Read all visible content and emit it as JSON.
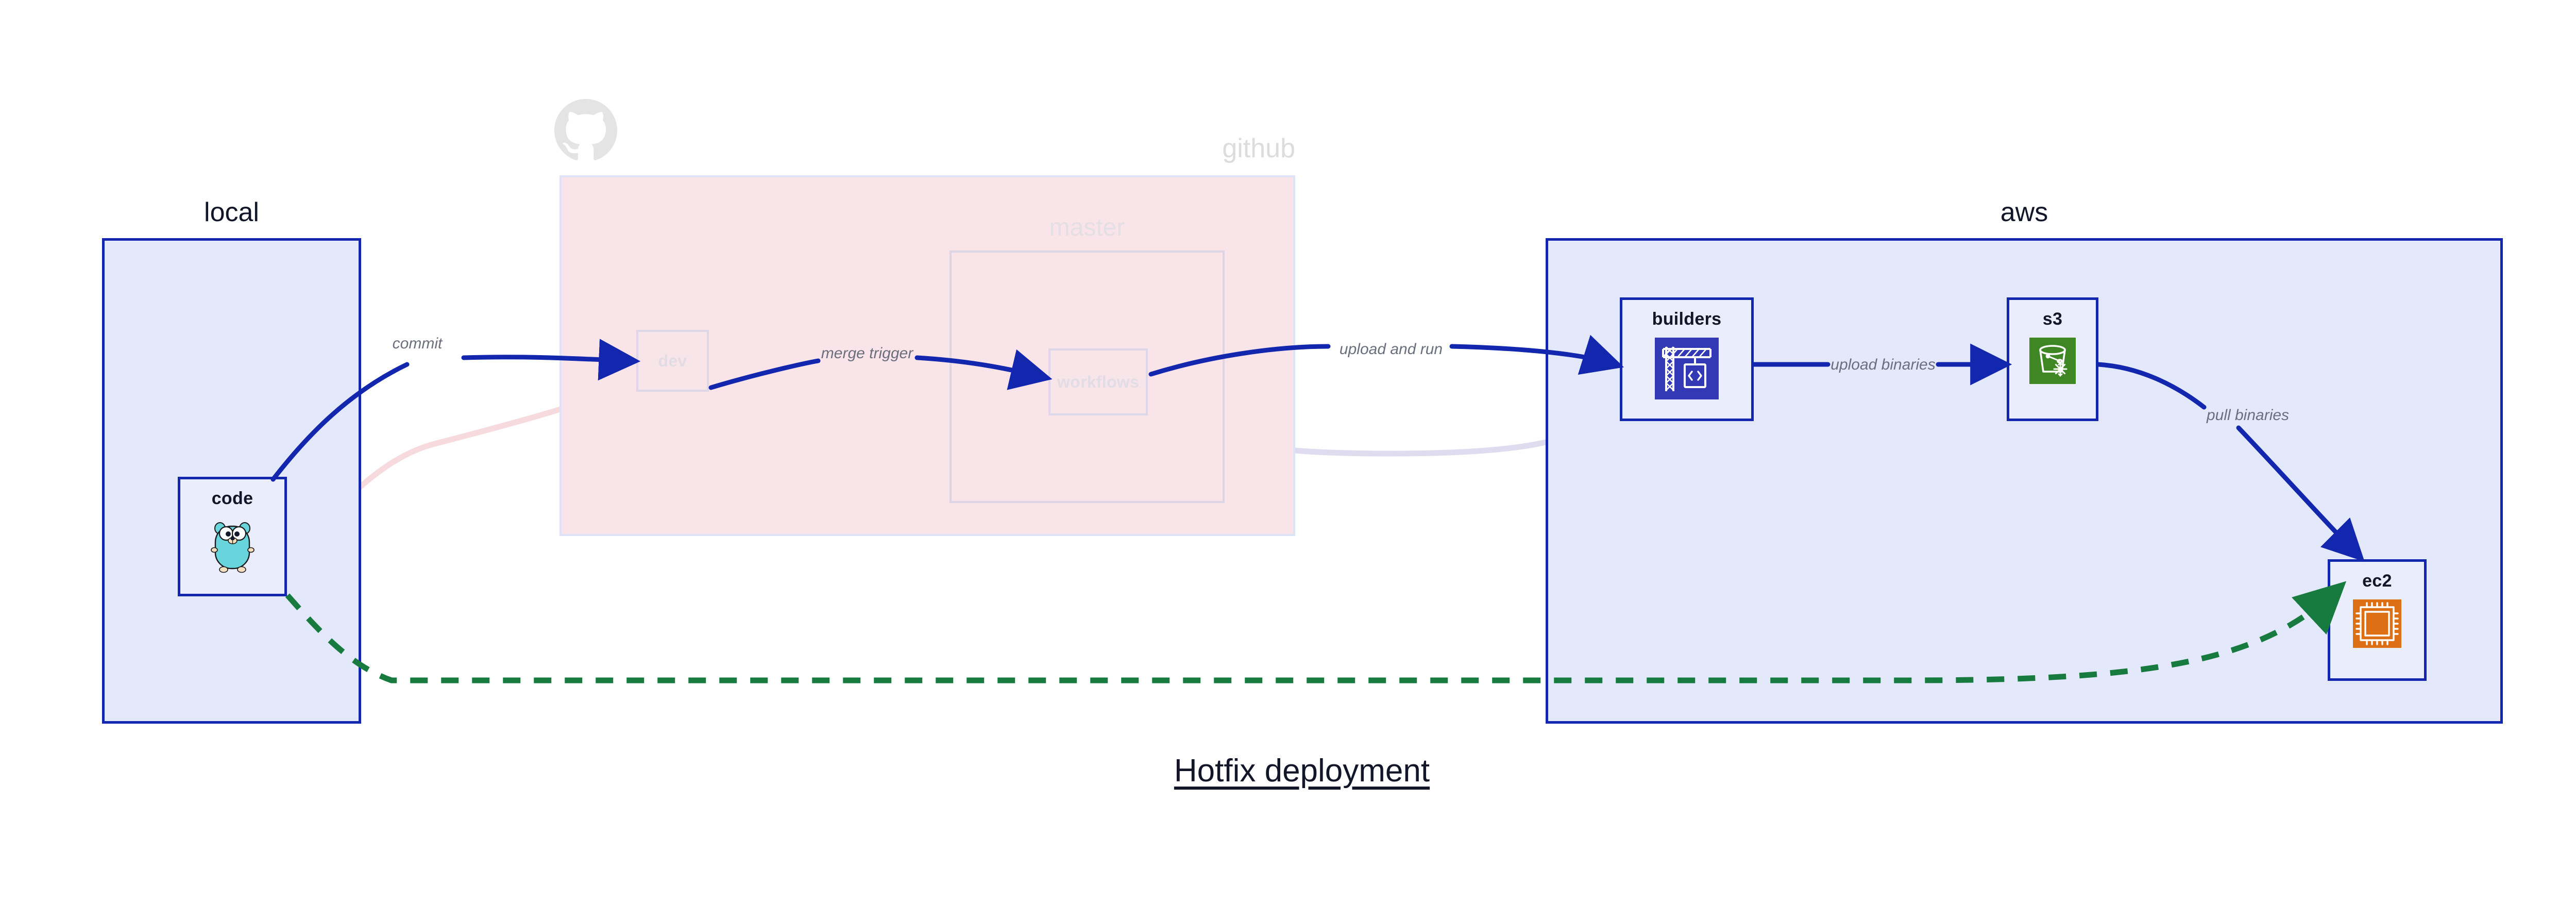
{
  "diagram": {
    "title": "Hotfix deployment",
    "type": "deployment-flow-diagram"
  },
  "colors": {
    "active_border": "#1227ad",
    "active_fill": "#e3e8fb",
    "node_fill": "#e9edfc",
    "github_fill": "#f9e4e9",
    "github_border": "#dfe3f7",
    "faded_node_border": "#ded7e7",
    "faded_text": "#e2dde4",
    "arrow_active": "#1227ad",
    "arrow_faded_lavender": "#dfdcef",
    "arrow_faded_pink": "#f6dade",
    "dashed_green": "#177a3f",
    "label_text": "#6b6f7d",
    "title_text": "#131629",
    "s3_icon_bg": "#3f8624",
    "builders_icon_bg": "#3338b5",
    "ec2_icon_bg": "#dd7015",
    "gopher_body": "#68d5dd",
    "github_logo": "#e4e4e4"
  },
  "groups": [
    {
      "id": "local",
      "label": "local",
      "state": "active"
    },
    {
      "id": "github",
      "label": "github",
      "state": "faded",
      "logo_icon": "github-octocat-icon"
    },
    {
      "id": "master",
      "label": "master",
      "state": "faded"
    },
    {
      "id": "aws",
      "label": "aws",
      "state": "active"
    }
  ],
  "nodes": [
    {
      "id": "code",
      "label": "code",
      "group": "local",
      "state": "active",
      "icon": "go-gopher-icon"
    },
    {
      "id": "dev",
      "label": "dev",
      "group": "github",
      "state": "faded",
      "icon": "none"
    },
    {
      "id": "workflows",
      "label": "workflows",
      "group": "master",
      "state": "faded",
      "icon": "none"
    },
    {
      "id": "builders",
      "label": "builders",
      "group": "aws",
      "state": "active",
      "icon": "aws-codebuild-crane-icon"
    },
    {
      "id": "s3",
      "label": "s3",
      "group": "aws",
      "state": "active",
      "icon": "aws-s3-bucket-icon"
    },
    {
      "id": "ec2",
      "label": "ec2",
      "group": "aws",
      "state": "active",
      "icon": "aws-ec2-chip-icon"
    }
  ],
  "edges": [
    {
      "id": "commit",
      "from": "code",
      "to": "dev",
      "label": "commit",
      "style": "solid",
      "state": "active"
    },
    {
      "id": "merge-trigger",
      "from": "dev",
      "to": "workflows",
      "label": "merge trigger",
      "style": "solid",
      "state": "active"
    },
    {
      "id": "upload-and-run",
      "from": "workflows",
      "to": "builders",
      "label": "upload and run",
      "style": "solid",
      "state": "active"
    },
    {
      "id": "upload-binaries",
      "from": "builders",
      "to": "s3",
      "label": "upload binaries",
      "style": "solid",
      "state": "active"
    },
    {
      "id": "pull-binaries",
      "from": "s3",
      "to": "ec2",
      "label": "pull binaries",
      "style": "solid",
      "state": "active"
    },
    {
      "id": "hotfix-direct",
      "from": "code",
      "to": "ec2",
      "label": "",
      "style": "dashed",
      "state": "active"
    },
    {
      "id": "faded-code-dev",
      "from": "code",
      "to": "dev",
      "label": "",
      "style": "solid",
      "state": "faded"
    },
    {
      "id": "faded-dev-workflows",
      "from": "dev",
      "to": "workflows",
      "label": "",
      "style": "solid",
      "state": "faded"
    },
    {
      "id": "faded-workflows-build",
      "from": "workflows",
      "to": "builders",
      "label": "",
      "style": "solid",
      "state": "faded"
    }
  ]
}
